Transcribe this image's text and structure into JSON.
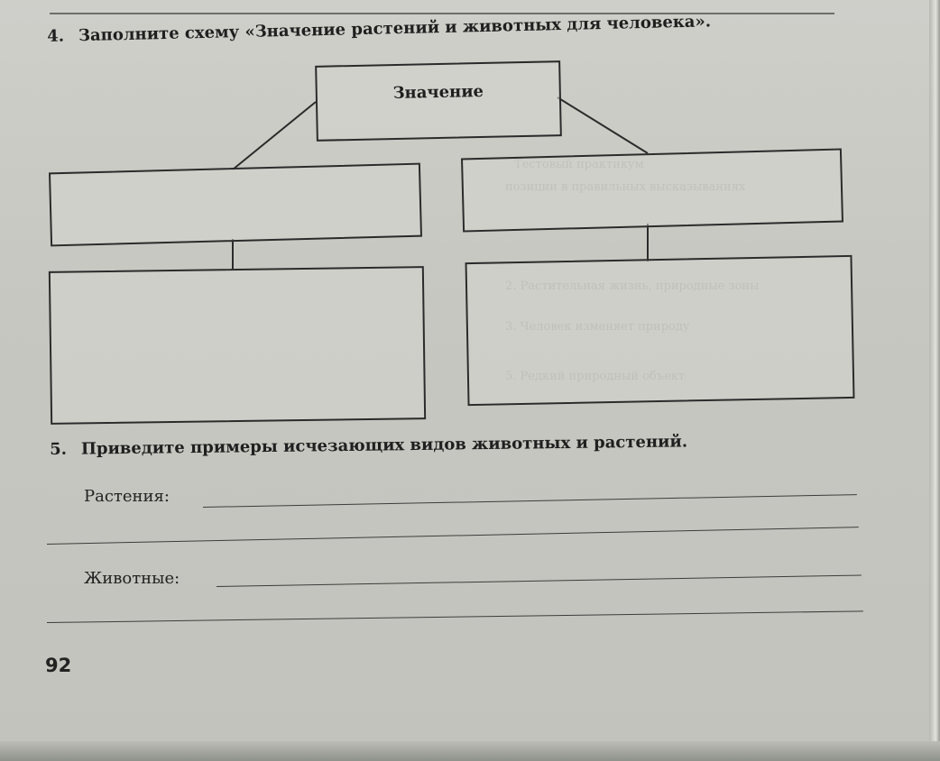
{
  "task4": {
    "number": "4.",
    "text": "Заполните схему «Значение растений и животных для человека»."
  },
  "diagram": {
    "root_label": "Значение",
    "boxes": [
      "",
      "",
      "",
      ""
    ]
  },
  "task5": {
    "number": "5.",
    "text": "Приведите примеры исчезающих видов животных и растений.",
    "plants_label": "Растения:",
    "animals_label": "Животные:"
  },
  "page_number": "92",
  "colors": {
    "paper": "#cacac4",
    "ink": "#1f1f1f",
    "background": "#3d3f3c"
  }
}
